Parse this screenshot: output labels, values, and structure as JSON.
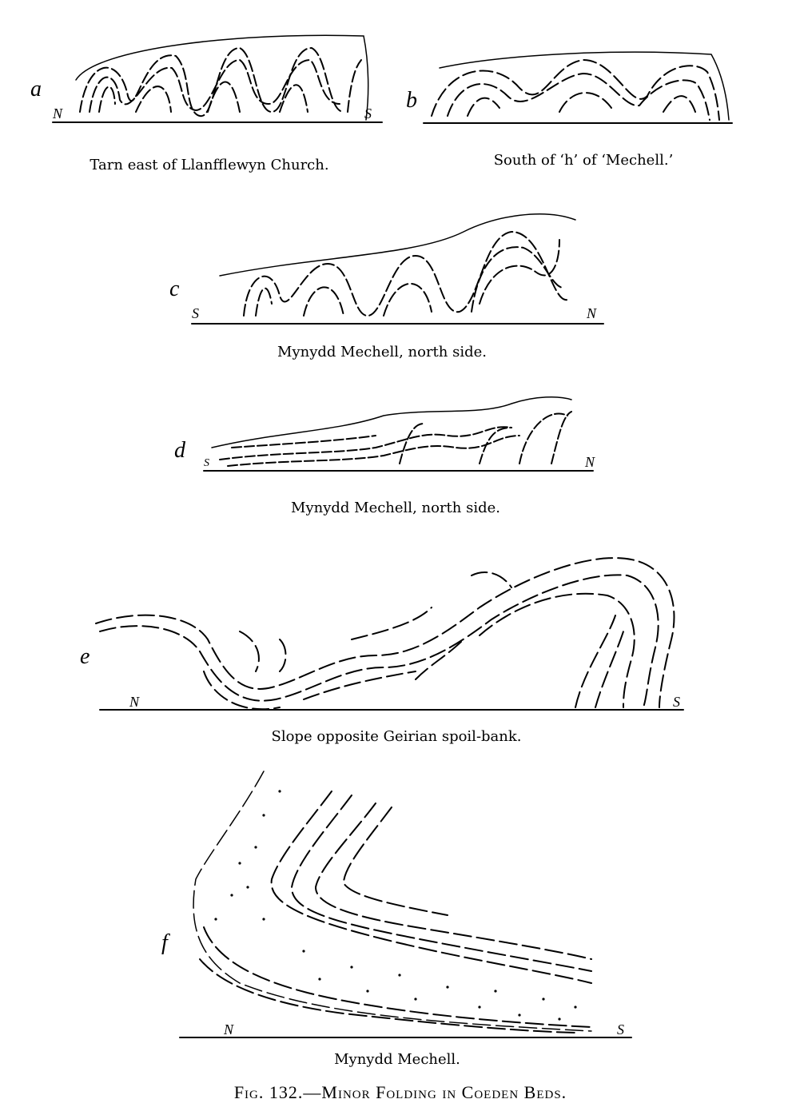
{
  "figure": {
    "caption": "Fig. 132.—Minor Folding in Coeden Beds."
  },
  "panels": [
    {
      "letter": "a",
      "caption": "Tarn east of Llanfflewyn Church.",
      "left_dir": "N",
      "right_dir": "S"
    },
    {
      "letter": "b",
      "caption": "South of ‘h’ of ‘Mechell.’",
      "left_dir": "",
      "right_dir": ""
    },
    {
      "letter": "c",
      "caption": "Mynydd Mechell, north side.",
      "left_dir": "S",
      "right_dir": "N"
    },
    {
      "letter": "d",
      "caption": "Mynydd Mechell, north side.",
      "left_dir": "S",
      "right_dir": "N"
    },
    {
      "letter": "e",
      "caption": "Slope opposite Geirian spoil-bank.",
      "left_dir": "N",
      "right_dir": "S"
    },
    {
      "letter": "f",
      "caption": "Mynydd Mechell.",
      "left_dir": "N",
      "right_dir": "S"
    }
  ]
}
